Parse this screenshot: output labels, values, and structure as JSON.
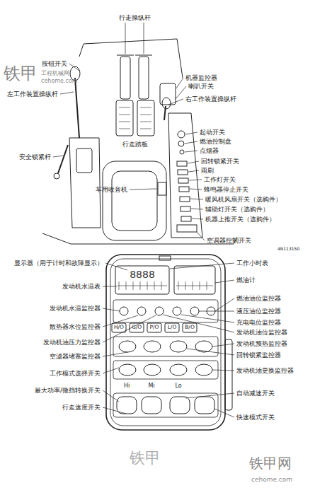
{
  "diagram": {
    "labels": [
      "行走操纵杆",
      "按钮开关",
      "左工作装置操纵杆",
      "安全锁紧杆",
      "行走踏板",
      "车用收音机",
      "空调器控制开关",
      "机器监控器",
      "喇叭开关",
      "右工作装置操纵杆",
      "起动开关",
      "燃油控制盘",
      "点烟器",
      "回转锁紧开关",
      "雨刷",
      "工作灯开关",
      "蜂鸣器停止开关",
      "暖风机风扇开关（选购件）",
      "辅助灯开关（选购件）",
      "机器上推开关（选购件）",
      "4N113150",
      "显示器（用于计时和故障显示）",
      "发动机水温表",
      "发动机水温监控器",
      "散热器水位监控器",
      "发动机油压力监控器",
      "空滤器堵塞监控器",
      "工作模式选择开关",
      "最大功率/微挡转换开关",
      "行走速度开关",
      "工作小时表",
      "燃油计",
      "燃油油位监控器",
      "液压油位监控器",
      "充电电位监控器",
      "发动机油位监控器",
      "发动机预热监控器",
      "回转锁紧监控器",
      "发动机油更换监控器",
      "自动减速开关",
      "快速模式开关",
      "H/O",
      "G/O",
      "P/O",
      "L/O",
      "B/O",
      "Hi",
      "Mi",
      "Lo",
      "8888",
      "铁甲",
      "工程机械网",
      "cehome.com",
      "铁甲网",
      "cehome.com",
      "铁甲"
    ]
  }
}
